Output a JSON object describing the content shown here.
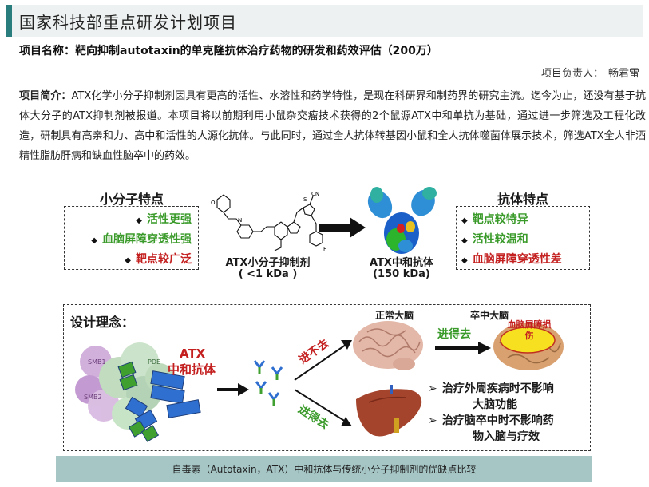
{
  "header": {
    "title": "国家科技部重点研发计划项目"
  },
  "project": {
    "name": "项目名称：靶向抑制autotaxin的单克隆抗体治疗药物的研发和药效评估（200万）",
    "leader_label": "项目负责人：",
    "leader_name": "畅君雷",
    "intro_label": "项目简介：",
    "intro_text": "ATX化学小分子抑制剂因具有更高的活性、水溶性和药学特性，是现在科研界和制药界的研究主流。迄今为止，还没有基于抗体大分子的ATX抑制剂被报道。本项目将以前期利用小鼠杂交瘤技术获得的2个鼠源ATX中和单抗为基础，通过进一步筛选及工程化改造，研制具有高亲和力、高中和活性的人源化抗体。与此同时，通过全人抗体转基因小鼠和全人抗体噬菌体展示技术，筛选ATX全人非酒精性脂肪肝病和缺血性脑卒中的药效。"
  },
  "comparison": {
    "small_molecule": {
      "title": "小分子特点",
      "items": [
        "活性更强",
        "血脑屏障穿透性强",
        "靶点较广泛"
      ],
      "label": "ATX小分子抑制剂",
      "size": "( <1 kDa )"
    },
    "antibody": {
      "title": "抗体特点",
      "items": [
        "靶点较特异",
        "活性较温和",
        "血脑屏障穿透性差"
      ],
      "label": "ATX中和抗体",
      "size": "(150 kDa)"
    },
    "molecule_atoms": {
      "f": "F",
      "cn": "CN",
      "s": "S",
      "n": "N",
      "o": "O"
    }
  },
  "design": {
    "title": "设计理念：",
    "atx_label_1": "ATX",
    "atx_label_2": "中和抗体",
    "protein_labels": [
      "SMB1",
      "PDE",
      "SMB2"
    ],
    "normal_brain": "正常大脑",
    "stroke_brain": "卒中大脑",
    "bbb_damage": "血脑屏障损伤",
    "cannot_enter": "进不去",
    "can_enter_1": "进得去",
    "can_enter_2": "进得去",
    "benefit_1_line1": "治疗外周疾病时不影响",
    "benefit_1_line2": "大脑功能",
    "benefit_2_line1": "治疗脑卒中时不影响药",
    "benefit_2_line2": "物入脑与疗效",
    "bullet_glyph": "➢"
  },
  "caption": "自毒素（Autotaxin，ATX）中和抗体与传统小分子抑制剂的优缺点比较",
  "colors": {
    "accent": "#2a7d7d",
    "green": "#3a9a2a",
    "red": "#c42020",
    "caption_bg": "#a6c6c6"
  }
}
